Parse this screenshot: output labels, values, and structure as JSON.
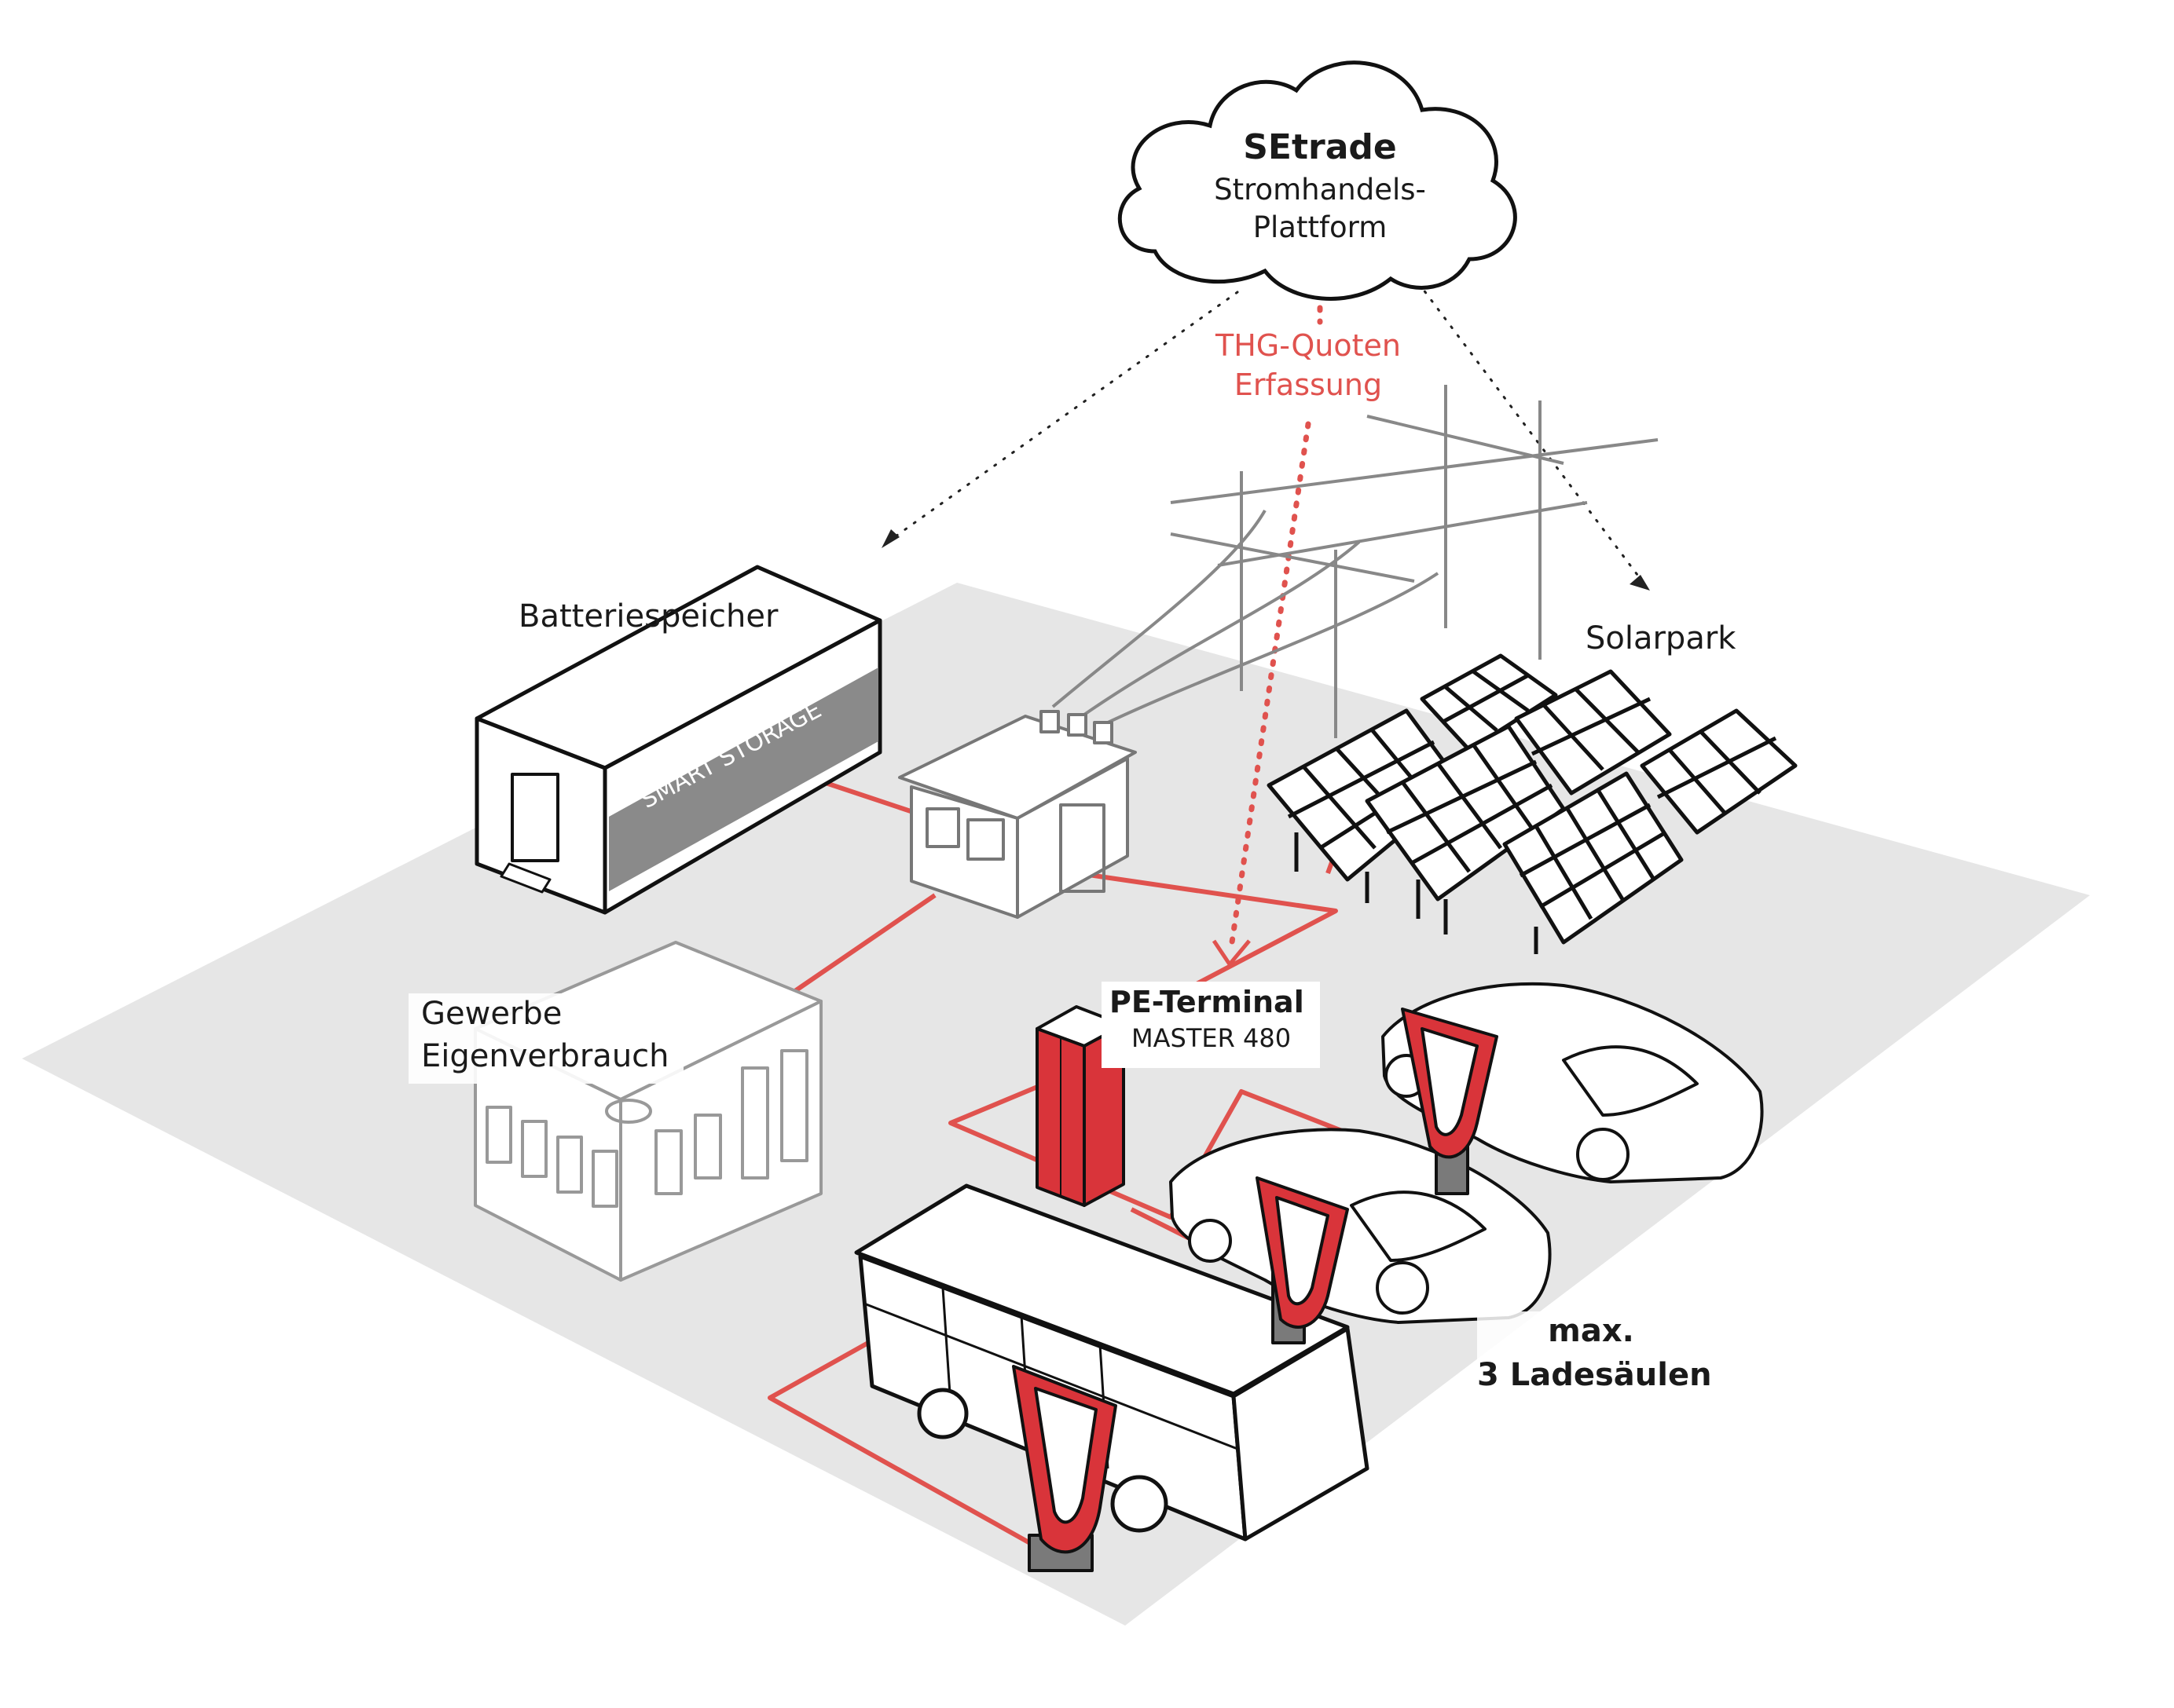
{
  "cloud": {
    "title": "SEtrade",
    "line1": "Stromhandels-",
    "line2": "Plattform"
  },
  "thg": {
    "line1": "THG-Quoten",
    "line2": "Erfassung"
  },
  "battery": {
    "label": "Batteriespeicher",
    "container_text": "SMART STORAGE"
  },
  "solar": {
    "label": "Solarpark"
  },
  "business": {
    "line1": "Gewerbe",
    "line2": "Eigenverbrauch"
  },
  "terminal": {
    "title": "PE-Terminal",
    "subtitle": "MASTER 480"
  },
  "chargers": {
    "line1": "max.",
    "line2": "3 Ladesäulen"
  },
  "colors": {
    "accent_red": "#d9343a",
    "line_red": "#e0524e",
    "ground": "#e6e6e6",
    "container_band": "#8a8a8a",
    "outline": "#111111"
  }
}
